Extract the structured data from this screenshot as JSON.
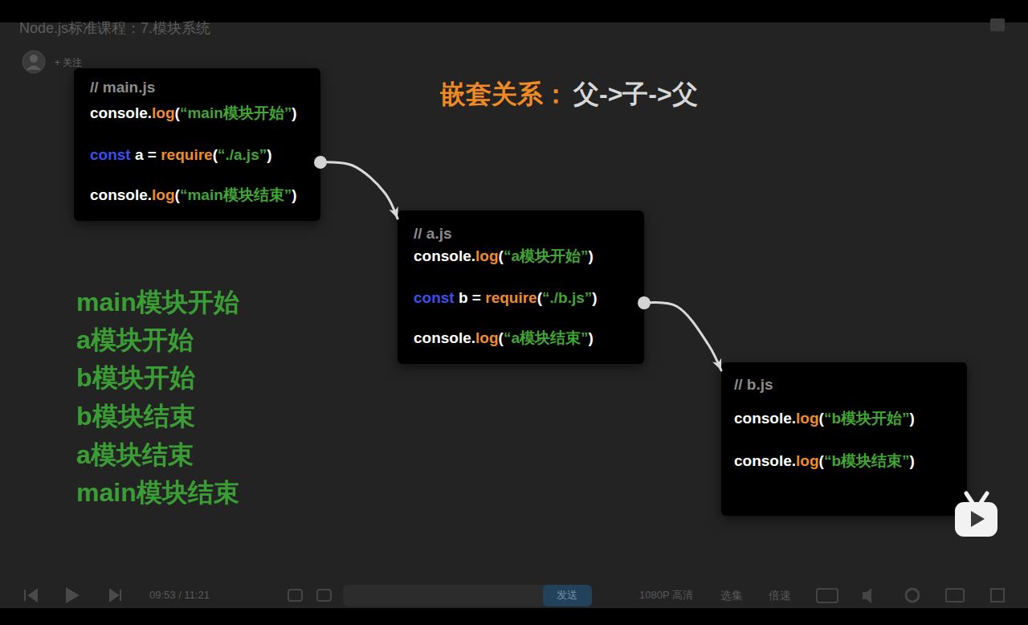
{
  "diagram": {
    "title": "Node.js标准课程：7.模块系统",
    "nodes": [
      {
        "text": [
          "// main.js",
          "console.log(“main模块开始”)",
          "const a = require(“./a.js”)",
          "console.log(“main模块结束”)"
        ]
      },
      {
        "text": [
          "// a.js",
          "console.log(“a模块开始”)",
          "const b = require(“./b.js”)",
          "console.log(“a模块结束”)"
        ]
      },
      {
        "text": [
          "// b.js",
          "console.log(“b模块开始”)",
          "console.log(“b模块结束”)"
        ]
      }
    ],
    "edges": [
      {
        "from": 0,
        "to": 1,
        "arrow": "to"
      },
      {
        "from": 1,
        "to": 2,
        "arrow": "to"
      }
    ],
    "labels": [
      "+ 关注",
      "嵌套关系：",
      "父->子->父",
      "main模块开始",
      "a模块开始",
      "b模块开始",
      "b模块结束",
      "a模块结束",
      "main模块结束",
      "09:53 / 11:21",
      "1080P 高清",
      "选集",
      "倍速",
      "发送"
    ]
  }
}
